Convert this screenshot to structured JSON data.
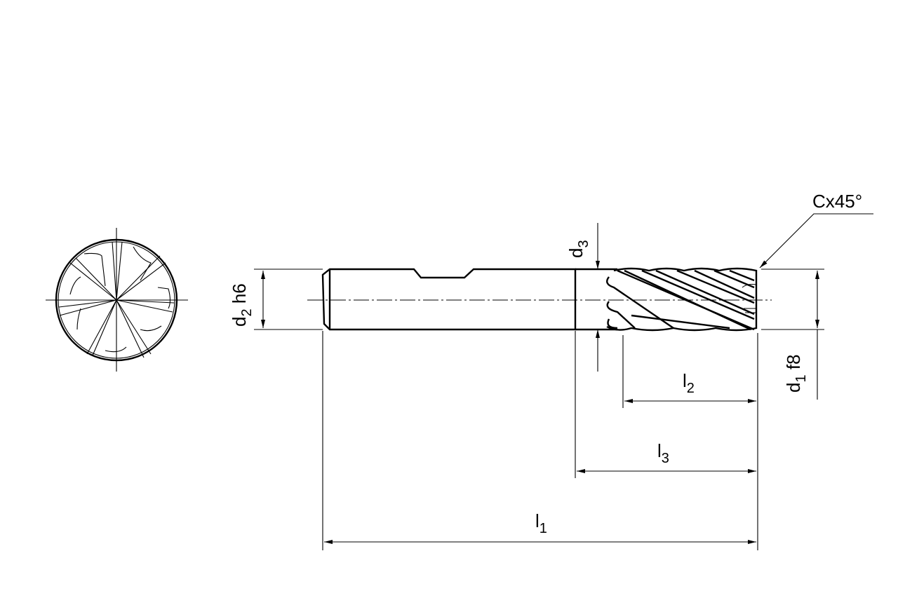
{
  "drawing": {
    "labels": {
      "d2": {
        "main": "d",
        "sub": "2",
        "suffix": " h6"
      },
      "d3": {
        "main": "d",
        "sub": "3"
      },
      "d1": {
        "main": "d",
        "sub": "1",
        "suffix": " f8"
      },
      "chamfer": "Cx45°",
      "l1": {
        "main": "l",
        "sub": "1"
      },
      "l2": {
        "main": "l",
        "sub": "2"
      },
      "l3": {
        "main": "l",
        "sub": "3"
      }
    },
    "colors": {
      "line": "#000000",
      "background": "#ffffff"
    }
  }
}
